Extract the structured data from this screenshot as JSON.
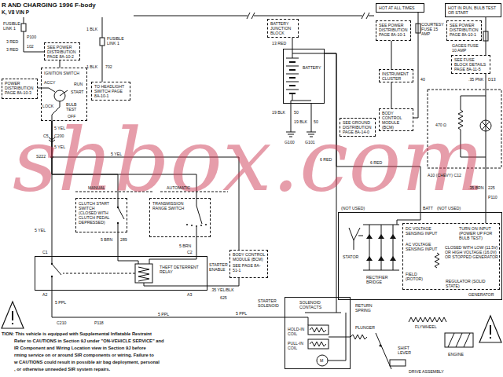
{
  "diagram": {
    "title": "R AND CHARGING 1996 F-body",
    "nodes": [
      {
        "text": [
          "SEE POWER DISTRIBUTION PAGE 8A-10-2"
        ]
      },
      {
        "text": [
          "TO HEADLIGHT SWITCH PAGE 8A-10-1"
        ]
      },
      {
        "text": [
          "POWER DISTRIBUTION PAGE 8A-10-3"
        ]
      },
      {
        "text": [
          "IGNITION SWITCH"
        ]
      },
      {
        "text": [
          "CLUTCH START SWITCH (CLOSED WITH CLUTCH PEDAL DEPRESSED)"
        ]
      },
      {
        "text": [
          "TRANSMISSION RANGE SWITCH"
        ]
      },
      {
        "text": [
          "THEFT DETERRENT RELAY"
        ]
      },
      {
        "text": [
          "BODY CONTROL MODULE (BCM)",
          "SEE PAGE 8A-51-1"
        ]
      },
      {
        "text": [
          "BATTERY JUNCTION BLOCK"
        ]
      },
      {
        "text": [
          "BATTERY"
        ]
      },
      {
        "text": [
          "SEE GROUND DISTRIBUTION PAGE 8A-14-0"
        ]
      },
      {
        "text": [
          "SOLENOID CONTACTS"
        ]
      },
      {
        "text": [
          "GENERATOR"
        ]
      },
      {
        "text": [
          "REGULATOR (SOLID STATE)"
        ],
        "in": 12
      },
      {
        "text": [
          "HOT AT ALL TIMES"
        ]
      },
      {
        "text": [
          "HOT IN RUN, BULB TEST OR START"
        ]
      },
      {
        "text": [
          "SEE POWER DISTRIBUTION PAGE 8A-10-1"
        ]
      },
      {
        "text": [
          "SEE POWER DISTRIBUTION PAGE 8A-10-1"
        ]
      },
      {
        "text": [
          "SEE FUSE BLOCK DETAILS PAGE 8A-11-5"
        ]
      },
      {
        "text": [
          "INSTRUMENT CLUSTER"
        ]
      },
      {
        "text": [
          "BODY CONTROL MODULE (BCM)"
        ]
      }
    ],
    "edges": [
      {
        "from": 0,
        "to": 3,
        "arrow": "none"
      },
      {
        "from": 2,
        "to": 3,
        "arrow": "none"
      },
      {
        "from": 3,
        "to": 4,
        "arrow": "none"
      },
      {
        "from": 3,
        "to": 5,
        "arrow": "none"
      },
      {
        "from": 3,
        "to": 6,
        "arrow": "none"
      },
      {
        "from": 3,
        "to": 7,
        "label": "5 YEL",
        "arrow": "none"
      },
      {
        "from": 4,
        "to": 6,
        "arrow": "none"
      },
      {
        "from": 5,
        "to": 6,
        "arrow": "none"
      },
      {
        "from": 7,
        "to": 6,
        "label": ".35 YEL/BLK",
        "arrow": "none"
      },
      {
        "from": 6,
        "to": 11,
        "label": "5 PPL",
        "arrow": "none"
      },
      {
        "from": 8,
        "to": 9,
        "arrow": "none"
      },
      {
        "from": 9,
        "to": 11,
        "label": "6 RED",
        "arrow": "none"
      },
      {
        "from": 9,
        "to": 12,
        "label": "6 RED",
        "arrow": "none"
      },
      {
        "from": 14,
        "to": 20,
        "arrow": "none"
      },
      {
        "from": 16,
        "to": 19,
        "arrow": "none"
      },
      {
        "from": 19,
        "to": 20,
        "arrow": "none"
      },
      {
        "from": 15,
        "to": 18,
        "arrow": "none"
      },
      {
        "from": 18,
        "to": 12,
        "arrow": "none"
      }
    ],
    "labels": [
      "K, V8 VIN P",
      "FUSIBLE LINK 1",
      "P100",
      "3 RED",
      "3 RED",
      "102",
      "1 BLK",
      "FUSIBLE LINK 1",
      "1 BLK",
      "702",
      "ACCY",
      "RUN",
      "START",
      "LOCK",
      "OFF",
      "BULB TEST",
      "5 YEL",
      "C5",
      "C200",
      "5 YEL",
      "S222",
      "5 YEL",
      "MANUAL",
      "AUTOMATIC",
      "5 BRN",
      "289",
      "5 BRN",
      "C1",
      "C2",
      "A2",
      "A3",
      "625",
      "STARTER ENABLE",
      "5 PPL",
      "C210",
      "P118",
      "5 PPL",
      "STARTER SOLENOID",
      "13 RED",
      "19 BLK",
      "50",
      "19 BLK",
      "50",
      "G100",
      "G101",
      "HOLD-IN COIL",
      "PULL-IN COIL",
      "M",
      "RETURN SPRING",
      "PLUNGER",
      "FLYWHEEL",
      "SHIFT LEVER",
      "ENGINE",
      "DRIVE ASSEMBLY",
      "(NOT USED)",
      "BATT",
      "(NOT USED)",
      "STATOR",
      "RECTIFIER BRIDGE",
      "DC VOLTAGE SENSING INPUT",
      "AC VOLTAGE SENSING INPUT",
      "TURN ON INPUT (POWER UP FOR BULB TEST)",
      "CLOSED WITH LOW (11.5V) OR HIGH VOLTAGE (16.0V) OR STOPPED GENERATOR",
      "FIELD (ROTOR)",
      "COURTESY FUSE 15 AMP",
      "GAGES FUSE 10 AMP",
      "40",
      ".35 PNK",
      "D13",
      "470 Ω",
      "A10 (CHEVY) C12",
      ".35 BRN",
      "225",
      "P110",
      "TION:   This vehicle is equipped with Supplemental Inflatable Restraint",
      "Refer to CAUTIONS in Section 9J under \"ON-VEHICLE SERVICE\" and",
      "IR Component and Wiring Location view in Section 9J before",
      "rming service on or around SIR components or wiring.  Failure to",
      "w CAUTIONS could result in possible air bag deployment, personal",
      ", or otherwise unneeded SIR system repairs.",
      "shbox.com"
    ]
  }
}
